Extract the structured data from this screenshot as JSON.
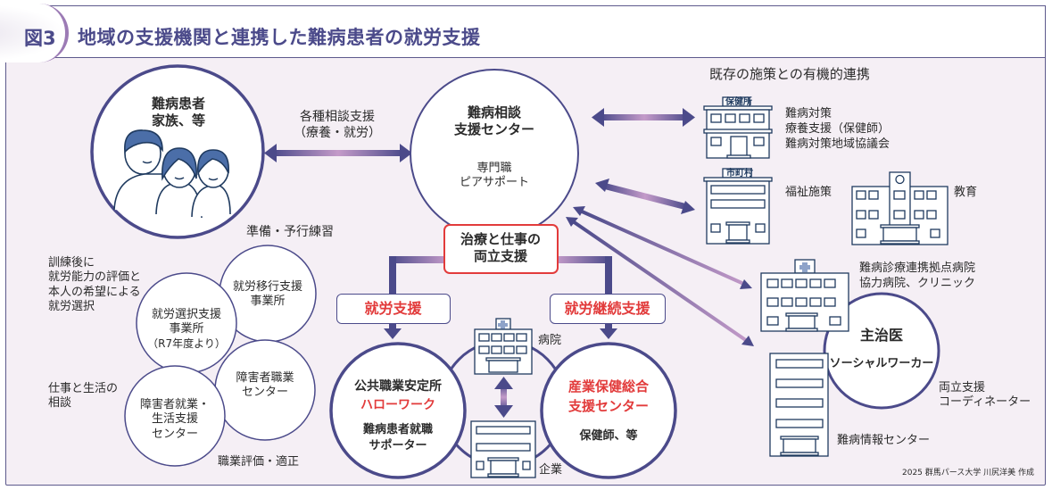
{
  "header": {
    "figure_number": "図3",
    "title": "地域の支援機関と連携した難病患者の就労支援"
  },
  "colors": {
    "primary": "#4b4a8a",
    "accent_red": "#e23b3b",
    "background": "#f5eff5",
    "gradient_pink": "#c49bc9"
  },
  "patient": {
    "line1": "難病患者",
    "line2": "家族、等"
  },
  "consult_arrow": {
    "line1": "各種相談支援",
    "line2": "（療養・就労）"
  },
  "center": {
    "line1": "難病相談",
    "line2": "支援センター",
    "sub1": "専門職",
    "sub2": "ピアサポート"
  },
  "existing": {
    "heading": "既存の施策との有機的連携",
    "hokenjo": {
      "sign": "保健所",
      "lines": [
        "難病対策",
        "療養支援（保健師）",
        "難病対策地域協議会"
      ]
    },
    "municipal": {
      "sign": "市町村",
      "label": "福祉施策"
    },
    "education": {
      "label": "教育"
    }
  },
  "balance_box": {
    "line1": "治療と仕事の",
    "line2": "両立支援"
  },
  "employment_support": "就労支援",
  "continued_support": "就労継続支援",
  "hellowork": {
    "line1": "公共職業安定所",
    "line2": "ハローワーク",
    "sub1": "難病患者就職",
    "sub2": "サポーター"
  },
  "sanpo": {
    "line1": "産業保健総合",
    "line2": "支援センター",
    "sub": "保健師、等"
  },
  "hospital_label": "病院",
  "company_label": "企業",
  "left_cluster": {
    "prep_label": "準備・予行練習",
    "selection_note": [
      "訓練後に",
      "就労能力の評価と",
      "本人の希望による",
      "就労選択"
    ],
    "life_note": [
      "仕事と生活の",
      "相談"
    ],
    "eval_label": "職業評価・適正",
    "transition": [
      "就労移行支援",
      "事業所"
    ],
    "selection": [
      "就労選択支援",
      "事業所",
      "（R7年度より）"
    ],
    "vocational": [
      "障害者職業",
      "センター"
    ],
    "livelihood": [
      "障害者就業・",
      "生活支援",
      "センター"
    ]
  },
  "medical": {
    "hub_hospital": [
      "難病診療連携拠点病院",
      "協力病院、クリニック"
    ],
    "doctor": "主治医",
    "social_worker": "ソーシャルワーカー",
    "coordinator": [
      "両立支援",
      "コーディネーター"
    ],
    "info_center": "難病情報センター"
  },
  "credit": "2025 群馬パース大学 川尻洋美 作成"
}
